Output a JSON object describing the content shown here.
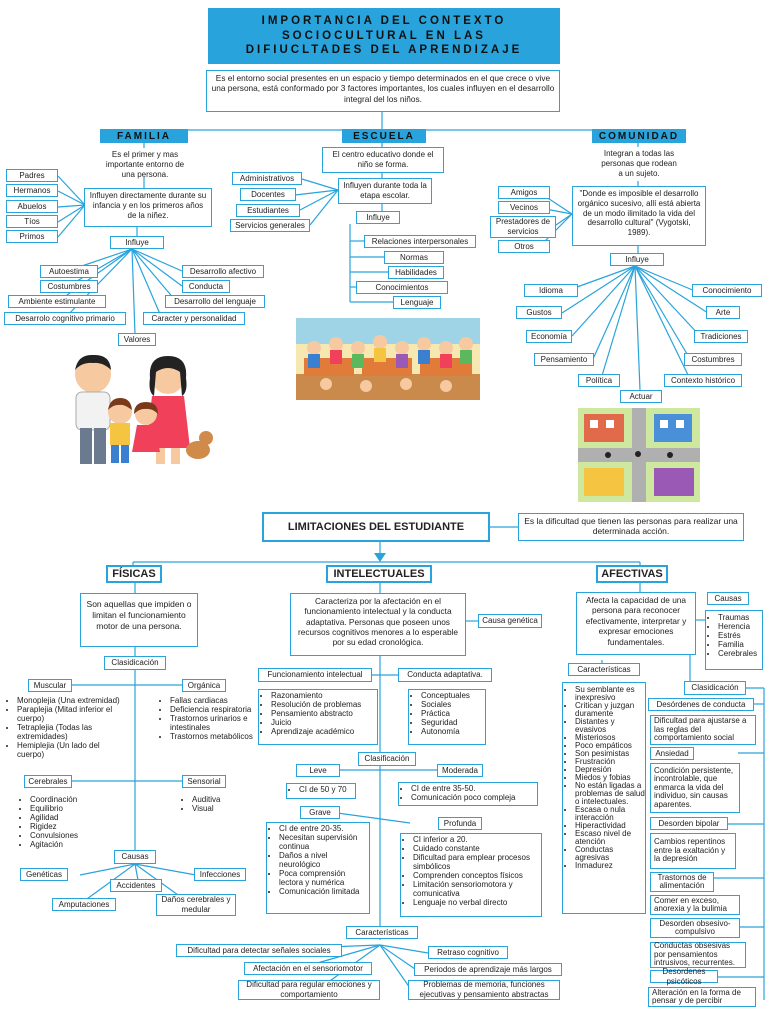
{
  "title": "IMPORTANCIA DEL CONTEXTO SOCIOCULTURAL EN LAS DIFIUCLTADES DEL APRENDIZAJE",
  "intro": "Es el entorno social presentes en un espacio y tiempo determinados en el que crece o vive una persona, está conformado por 3 factores importantes, los cuales influyen en el desarrollo integral del los niños.",
  "familia": {
    "header": "FAMILIA",
    "def": "Es el primer y mas importante entorno de una persona.",
    "influyen": "Influyen directamente durante su infancia y en los primeros años de la niñez.",
    "members": [
      "Padres",
      "Hermanos",
      "Abuelos",
      "Tíos",
      "Primos"
    ],
    "influye": "Influye",
    "items": [
      "Autoestima",
      "Costumbres",
      "Ambiente estimulante",
      "Desarrolo cognitivo primario",
      "Valores",
      "Caracter y personalidad",
      "Desarrollo del lenguaje",
      "Conducta",
      "Desarrollo afectivo"
    ]
  },
  "escuela": {
    "header": "ESCUELA",
    "def": "El centro educativo donde el niño se forma.",
    "influyen": "Influyen durante toda la etapa escolar.",
    "members": [
      "Administrativos",
      "Docentes",
      "Estudiantes",
      "Servicios generales"
    ],
    "influye": "Influye",
    "items": [
      "Relaciones interpersonales",
      "Normas",
      "Habilidades",
      "Conocimientos",
      "Lenguaje"
    ]
  },
  "comunidad": {
    "header": "COMUNIDAD",
    "def": "Integran a todas las personas que rodean a un sujeto.",
    "quote": "\"Donde es imposible el desarrollo orgánico sucesivo, allí está abierta de un modo ilimitado la vida del desarrollo cultural\" (Vygotski, 1989).",
    "members": [
      "Amigos",
      "Vecinos",
      "Prestadores de servicios",
      "Otros"
    ],
    "influye": "Influye",
    "items": [
      "Idioma",
      "Gustos",
      "Economía",
      "Pensamiento",
      "Política",
      "Actuar",
      "Contexto histórico",
      "Costumbres",
      "Tradiciones",
      "Arte",
      "Conocimiento"
    ]
  },
  "limitaciones": {
    "title": "LIMITACIONES DEL ESTUDIANTE",
    "def": "Es la dificultad que tienen las personas para realizar una determinada acción."
  },
  "fisicas": {
    "header": "FÍSICAS",
    "def": "Son aquellas que impiden o limitan el funcionamiento motor de una persona.",
    "clasificacion": "Clasidicación",
    "muscular": "Muscular",
    "muscular_items": [
      "Monoplejia (Una extremidad)",
      "Paraplejia (Mitad inferior el cuerpo)",
      "Tetraplejia (Todas las extremidades)",
      "Hemiplejia (Un lado del cuerpo)"
    ],
    "organica": "Orgánica",
    "organica_items": [
      "Fallas cardiacas",
      "Deficiencia respiratoria",
      "Trastornos urinarios e intestinales",
      "Trastornos metabólicos"
    ],
    "cerebrales": "Cerebrales",
    "cerebrales_items": [
      "Coordinación",
      "Equilibrio",
      "Agilidad",
      "Rigidez",
      "Convulsiones",
      "Agitación"
    ],
    "sensorial": "Sensorial",
    "sensorial_items": [
      "Auditiva",
      "Visual"
    ],
    "causas": "Causas",
    "causas_items": [
      "Genéticas",
      "Amputaciones",
      "Accidentes",
      "Daños cerebrales y medular",
      "Infecciones"
    ]
  },
  "intelectuales": {
    "header": "INTELECTUALES",
    "def": "Caracteriza por la afectación en el funcionamiento intelectual y la conducta adaptativa. Personas que poseen unos recursos cognitivos menores a lo esperable por su edad cronológica.",
    "causa": "Causa genética",
    "funcionamiento": "Funcionamiento intelectual",
    "func_items": [
      "Razonamiento",
      "Resolución de problemas",
      "Pensamiento abstracto",
      "Juicio",
      "Aprendizaje académico"
    ],
    "conducta": "Conducta adaptativa.",
    "conducta_items": [
      "Conceptuales",
      "Sociales",
      "Práctica",
      "Seguridad",
      "Autonomía"
    ],
    "clasificacion": "Clasificación",
    "leve": "Leve",
    "leve_items": [
      "CI de 50 y 70"
    ],
    "moderada": "Moderada",
    "moderada_items": [
      "CI de entre 35-50.",
      "Comunicación poco compleja"
    ],
    "grave": "Grave",
    "grave_items": [
      "CI de entre 20-35.",
      "Necesitan supervisión continua",
      "Daños a nivel neurológico",
      "Poca comprensión lectora y numérica",
      "Comunicación limitada"
    ],
    "profunda": "Profunda",
    "profunda_items": [
      "CI inferior a 20.",
      "Cuidado constante",
      "Dificultad para emplear procesos simbólicos",
      "Comprenden conceptos físicos",
      "Limitación sensoriomotora y comunicativa",
      "Lenguaje no verbal directo"
    ],
    "caracteristicas": "Características",
    "car_items": [
      "Dificultad para detectar señales sociales",
      "Afectación en el sensoriomotor",
      "Dificultad para regular emociones y comportamiento",
      "Retraso cognitivo",
      "Periodos de aprendizaje más largos",
      "Problemas de memoria, funciones ejecutivas y pensamiento abstractas"
    ]
  },
  "afectivas": {
    "header": "AFECTIVAS",
    "def": "Afecta la capacidad de una persona para reconocer efectivamente, interpretar y expresar emociones fundamentales.",
    "causas": "Causas",
    "causas_items": [
      "Traumas",
      "Herencia",
      "Estrés",
      "Familia",
      "Cerebrales"
    ],
    "caracteristicas": "Características",
    "car_items": [
      "Su semblante es inexpresivo",
      "Critican y juzgan duramente",
      "Distantes y evasivos",
      "Misteriosos",
      "Poco empáticos",
      "Son pesimistas",
      "Frustración",
      "Depresión",
      "Miedos y fobias",
      "No están ligadas a problemas de salud o intelectuales.",
      "Escasa o nula interacción",
      "Hiperactividad",
      "Escaso nivel de atención",
      "Conductas agresivas",
      "Inmadurez"
    ],
    "clasificacion": "Clasidicación",
    "class_items": [
      "Desórdenes de conducta",
      "Dificultad para ajustarse a las reglas del comportamiento social",
      "Ansiedad",
      "Condición persistente, incontrolable, que enmarca la vida del individuo, sin causas aparentes.",
      "Desorden bipolar",
      "Cambios repentinos entre la exaltación y la depresión",
      "Trastornos de alimentación",
      "Comer en exceso, anorexia y la bulimia",
      "Desorden obsesivo-compulsivo",
      "Conductas obsesivas por pensamientos intrusivos, recurrentes.",
      "Desordenes psicóticos",
      "Alteración en la forma de pensar y de percibir"
    ]
  },
  "colors": {
    "accent": "#29a3dc",
    "header_bg": "#29a3dc"
  },
  "icons": [
    "family-illustration",
    "classroom-illustration",
    "community-illustration"
  ]
}
